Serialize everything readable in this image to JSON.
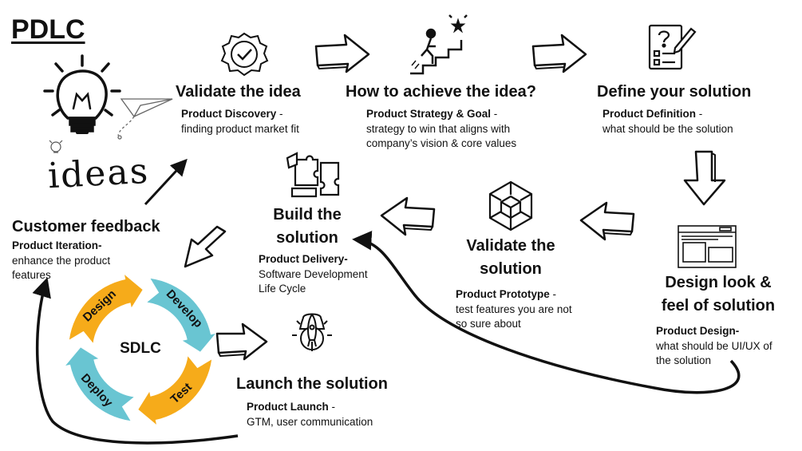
{
  "page": {
    "title": "PDLC"
  },
  "ideas_label": "ideas",
  "colors": {
    "sdlc_orange": "#f6ab1a",
    "sdlc_teal": "#69c5d2",
    "ink": "#111111"
  },
  "stages": {
    "validate_idea": {
      "heading": "Validate the idea",
      "subtitle": "Product Discovery",
      "subtitle_suffix": " -",
      "description": "finding product market fit"
    },
    "achieve_idea": {
      "heading": "How to achieve the idea?",
      "subtitle": "Product Strategy & Goal",
      "subtitle_suffix": " -",
      "description": "strategy to win that aligns with\ncompany’s vision & core values"
    },
    "define_solution": {
      "heading": "Define your solution",
      "subtitle": "Product Definition",
      "subtitle_suffix": " -",
      "description": "what should be the solution"
    },
    "design_look": {
      "heading_line1": "Design look &",
      "heading_line2": "feel of solution",
      "subtitle": "Product Design-",
      "description": "what should be UI/UX of\nthe solution"
    },
    "validate_solution": {
      "heading_line1": "Validate the",
      "heading_line2": "solution",
      "subtitle": "Product Prototype",
      "subtitle_suffix": " -",
      "description": "test features you are not\nso sure about"
    },
    "build_solution": {
      "heading_line1": "Build the",
      "heading_line2": "solution",
      "subtitle": "Product Delivery-",
      "description": "Software Development\nLife Cycle"
    },
    "launch_solution": {
      "heading": "Launch the solution",
      "subtitle": "Product Launch",
      "subtitle_suffix": " -",
      "description": "GTM, user communication"
    },
    "customer_feedback": {
      "heading": "Customer feedback",
      "subtitle": "Product Iteration-",
      "description": "enhance the product\nfeatures"
    }
  },
  "sdlc": {
    "center_label": "SDLC",
    "segments": [
      "Design",
      "Develop",
      "Test",
      "Deploy"
    ]
  },
  "icons": [
    "badge-check-icon",
    "stairs-goal-icon",
    "checklist-pencil-icon",
    "browser-window-icon",
    "cube-box-icon",
    "puzzle-icon",
    "rocket-gear-icon",
    "lightbulb-icon",
    "paper-plane-icon"
  ]
}
